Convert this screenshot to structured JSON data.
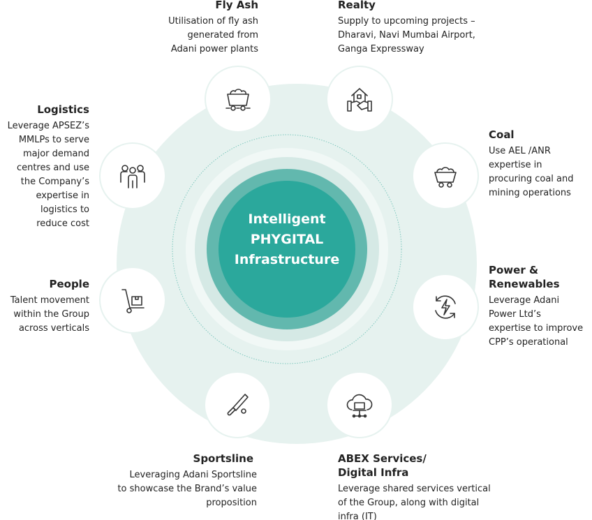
{
  "center": {
    "line1": "Intelligent",
    "line2": "PHYGITAL",
    "line3": "Infrastructure"
  },
  "colors": {
    "teal": "#2ba89c",
    "teal_ring": "#62b8ae",
    "bg_circle": "#e6f2ef",
    "text": "#222222"
  },
  "nodes": [
    {
      "title": "Fly Ash",
      "lines": [
        "Utilisation of fly ash",
        "generated from",
        "Adani power plants"
      ],
      "icon": "coal-cart-icon"
    },
    {
      "title": "Realty",
      "lines": [
        "Supply to upcoming projects –",
        "Dharavi, Navi Mumbai Airport,",
        "Ganga Expressway"
      ],
      "icon": "house-handshake-icon"
    },
    {
      "title": "Coal",
      "lines": [
        "Use AEL /ANR",
        "expertise in",
        "procuring coal and",
        "mining operations"
      ],
      "icon": "mining-cart-icon"
    },
    {
      "title": "Power &",
      "title2": "Renewables",
      "lines": [
        "Leverage Adani",
        "Power Ltd’s",
        "expertise to improve",
        "CPP’s operational"
      ],
      "icon": "renewable-energy-icon"
    },
    {
      "title": "ABEX Services/",
      "title2": "Digital Infra",
      "lines": [
        "Leverage shared services vertical",
        "of the Group, along with digital",
        "infra (IT)"
      ],
      "icon": "cloud-computer-icon"
    },
    {
      "title": "Sportsline",
      "lines": [
        "Leveraging Adani Sportsline",
        "to showcase the Brand’s value",
        "proposition"
      ],
      "icon": "cricket-bat-icon"
    },
    {
      "title": "People",
      "lines": [
        "Talent movement",
        "within the Group",
        "across verticals"
      ],
      "icon": "hand-truck-icon"
    },
    {
      "title": "Logistics",
      "lines": [
        "Leverage APSEZ’s",
        "MMLPs to serve",
        "major demand",
        "centres and use",
        "the Company’s",
        "expertise in",
        "logistics to",
        "reduce cost"
      ],
      "icon": "people-group-icon"
    }
  ]
}
